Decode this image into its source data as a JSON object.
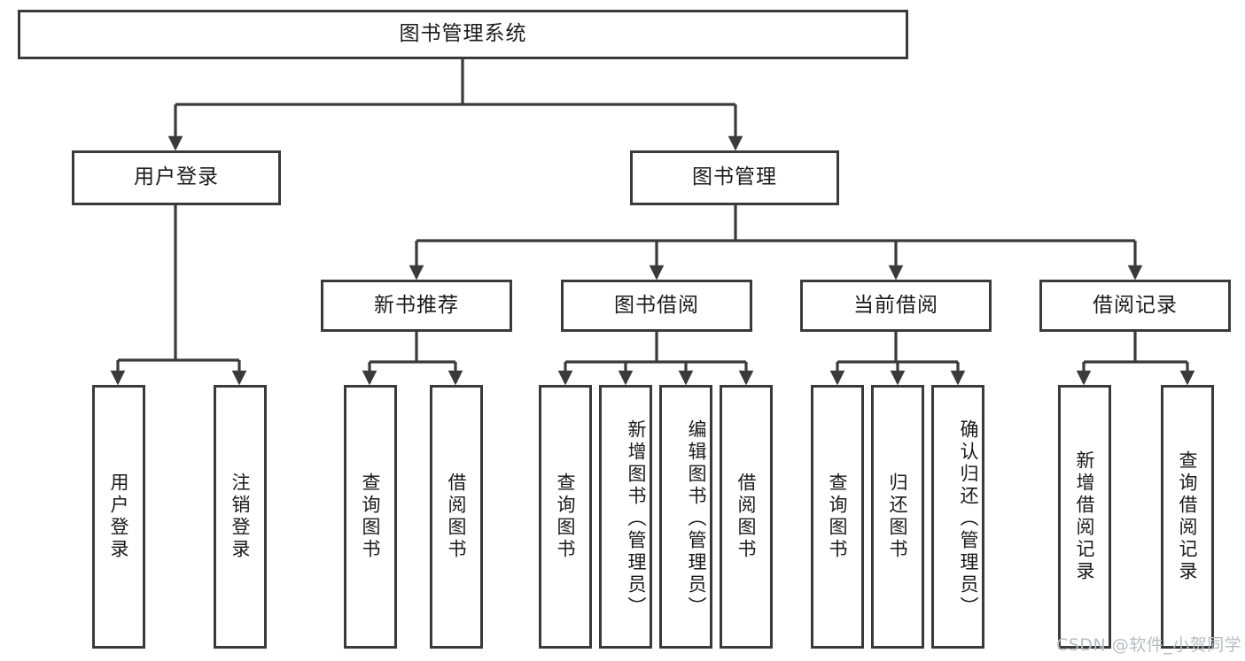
{
  "diagram": {
    "title": "图书管理系统",
    "watermark": "CSDN @软件_小贺同学",
    "colors": {
      "stroke": "#3a3a3a",
      "fill": "#ffffff",
      "text": "#1a1a1a",
      "watermark": "#b9bcc2"
    },
    "nodes": {
      "root": "图书管理系统",
      "user_login": "用户登录",
      "book_manage": "图书管理",
      "new_book_rec": "新书推荐",
      "book_borrow": "图书借阅",
      "current_borrow": "当前借阅",
      "borrow_record": "借阅记录",
      "leaf_user_login": "用户登录",
      "leaf_user_logout": "注销登录",
      "leaf_query_book_1": "查询图书",
      "leaf_borrow_book_1": "借阅图书",
      "leaf_query_book_2": "查询图书",
      "leaf_add_book": "新增图书（管理员）",
      "leaf_edit_book": "编辑图书（管理员）",
      "leaf_borrow_book_2": "借阅图书",
      "leaf_query_book_3": "查询图书",
      "leaf_return_book": "归还图书",
      "leaf_confirm_return": "确认归还（管理员）",
      "leaf_add_record": "新增借阅记录",
      "leaf_query_record": "查询借阅记录"
    }
  },
  "chart_data": {
    "type": "tree-diagram",
    "title": "图书管理系统",
    "orientation": "top-down",
    "levels": 4,
    "tree": {
      "label": "图书管理系统",
      "children": [
        {
          "label": "用户登录",
          "children": [
            {
              "label": "用户登录",
              "children": []
            },
            {
              "label": "注销登录",
              "children": []
            }
          ]
        },
        {
          "label": "图书管理",
          "children": [
            {
              "label": "新书推荐",
              "children": [
                {
                  "label": "查询图书",
                  "children": []
                },
                {
                  "label": "借阅图书",
                  "children": []
                }
              ]
            },
            {
              "label": "图书借阅",
              "children": [
                {
                  "label": "查询图书",
                  "children": []
                },
                {
                  "label": "新增图书（管理员）",
                  "children": []
                },
                {
                  "label": "编辑图书（管理员）",
                  "children": []
                },
                {
                  "label": "借阅图书",
                  "children": []
                }
              ]
            },
            {
              "label": "当前借阅",
              "children": [
                {
                  "label": "查询图书",
                  "children": []
                },
                {
                  "label": "归还图书",
                  "children": []
                },
                {
                  "label": "确认归还（管理员）",
                  "children": []
                }
              ]
            },
            {
              "label": "借阅记录",
              "children": [
                {
                  "label": "新增借阅记录",
                  "children": []
                },
                {
                  "label": "查询借阅记录",
                  "children": []
                }
              ]
            }
          ]
        }
      ]
    }
  }
}
